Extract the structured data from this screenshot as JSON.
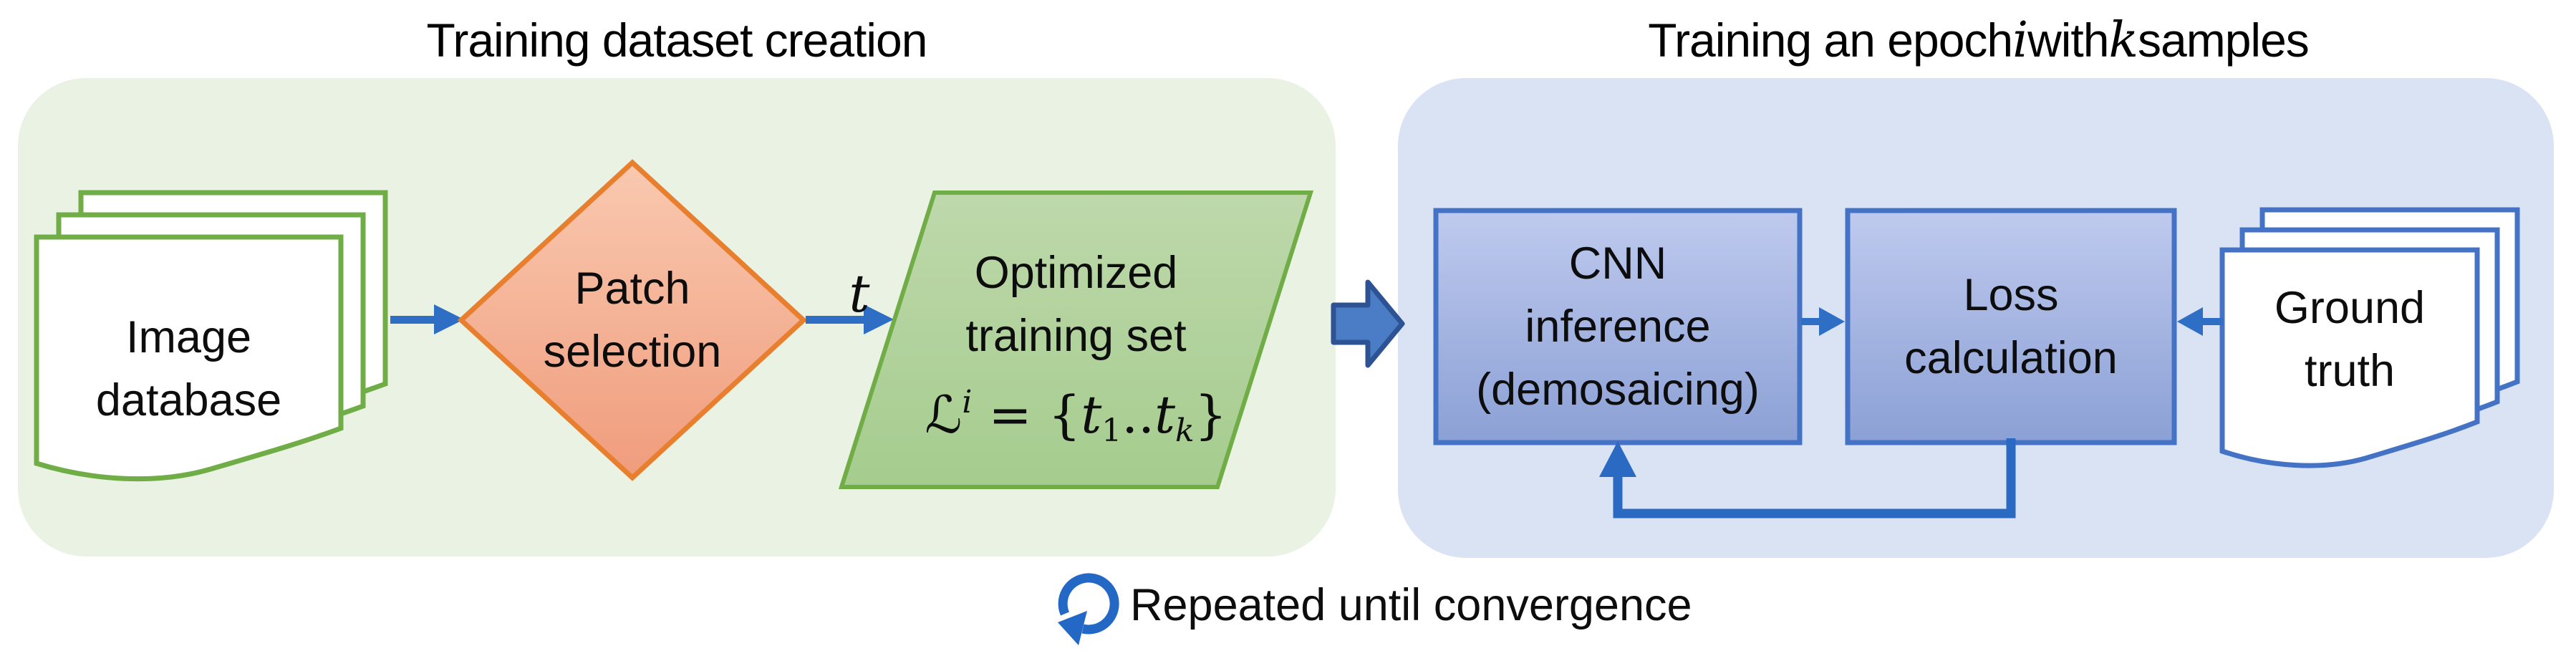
{
  "titles": {
    "left": "Training dataset creation",
    "right": {
      "pre": "Training an epoch ",
      "i": "i",
      "mid": " with ",
      "k": "k",
      "post": " samples"
    }
  },
  "left_panel": {
    "database": {
      "lines": [
        "Image",
        "database"
      ]
    },
    "patch": {
      "lines": [
        "Patch",
        "selection"
      ]
    },
    "arrow_label_t": "t",
    "optimized": {
      "lines": [
        "Optimized",
        "training set"
      ],
      "math": {
        "L": "ℒ",
        "sup_i": "i",
        "eq": " = {",
        "t1": "t",
        "sub_1": "1",
        "dots": "..",
        "t2": "t",
        "sub_k": "k",
        "close": "}"
      }
    }
  },
  "right_panel": {
    "cnn": {
      "lines": [
        "CNN",
        "inference",
        "(demosaicing)"
      ]
    },
    "loss": {
      "lines": [
        "Loss",
        "calculation"
      ]
    },
    "ground": {
      "lines": [
        "Ground",
        "truth"
      ]
    }
  },
  "caption": {
    "icon": "repeat-counterclockwise-icon",
    "text": "Repeated until convergence"
  },
  "palette": {
    "green_panel_bg": "#e9f2e3",
    "blue_panel_bg": "#dae3f4",
    "green_stroke": "#70ad47",
    "orange_stroke": "#e87f2e",
    "diamond_fill_top": "#f9c9b0",
    "diamond_fill_bottom": "#f09c7c",
    "parallelogram_fill_top": "#bed8ab",
    "parallelogram_fill_bottom": "#a5cc8e",
    "box_fill_top": "#bfcaee",
    "box_fill_bottom": "#8ba0d5",
    "box_stroke": "#4472c4",
    "arrow_blue": "#2e6ec4",
    "block_arrow_fill": "#4b7dc6",
    "block_arrow_stroke": "#2e5395",
    "text_color": "#0d0d0d"
  }
}
